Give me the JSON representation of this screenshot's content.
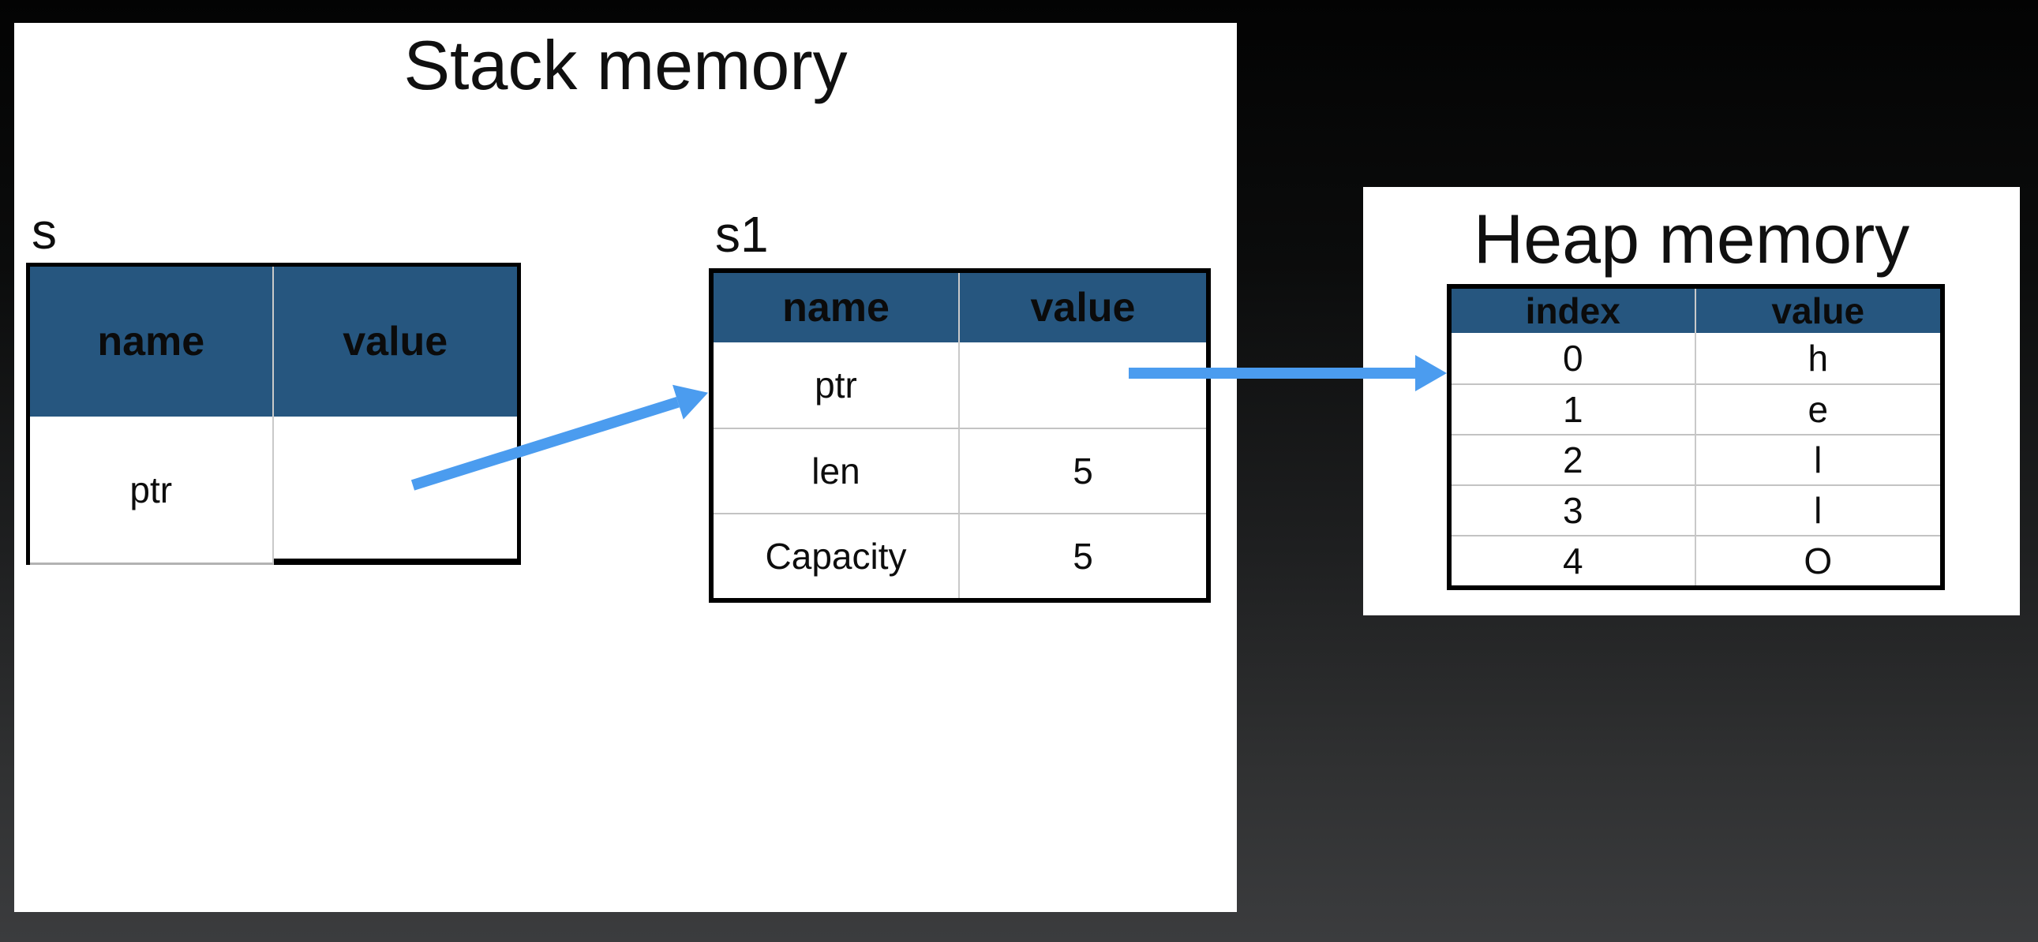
{
  "stack_panel": {
    "title": "Stack memory",
    "s_table": {
      "label": "s",
      "columns": {
        "name": "name",
        "value": "value"
      },
      "rows": [
        {
          "name": "ptr",
          "value": ""
        }
      ]
    },
    "s1_table": {
      "label": "s1",
      "columns": {
        "name": "name",
        "value": "value"
      },
      "rows": [
        {
          "name": "ptr",
          "value": ""
        },
        {
          "name": "len",
          "value": "5"
        },
        {
          "name": "Capacity",
          "value": "5"
        }
      ]
    }
  },
  "heap_panel": {
    "title": "Heap memory",
    "table": {
      "columns": {
        "index": "index",
        "value": "value"
      },
      "rows": [
        {
          "index": "0",
          "value": "h"
        },
        {
          "index": "1",
          "value": "e"
        },
        {
          "index": "2",
          "value": "l"
        },
        {
          "index": "3",
          "value": "l"
        },
        {
          "index": "4",
          "value": "O"
        }
      ]
    }
  },
  "arrows": [
    {
      "name": "s-to-s1",
      "from": "s.value",
      "to": "s1 table"
    },
    {
      "name": "s1-to-heap",
      "from": "s1.ptr.value",
      "to": "heap index 0"
    }
  ],
  "colors": {
    "table_header_blue": "#26567f",
    "table_border_black": "#000000",
    "grid_line_gray": "#c3c3c3",
    "arrow_blue": "#4b9cef",
    "panel_white": "#ffffff",
    "background_top": "#030303",
    "background_bottom": "#3b3c3e"
  }
}
